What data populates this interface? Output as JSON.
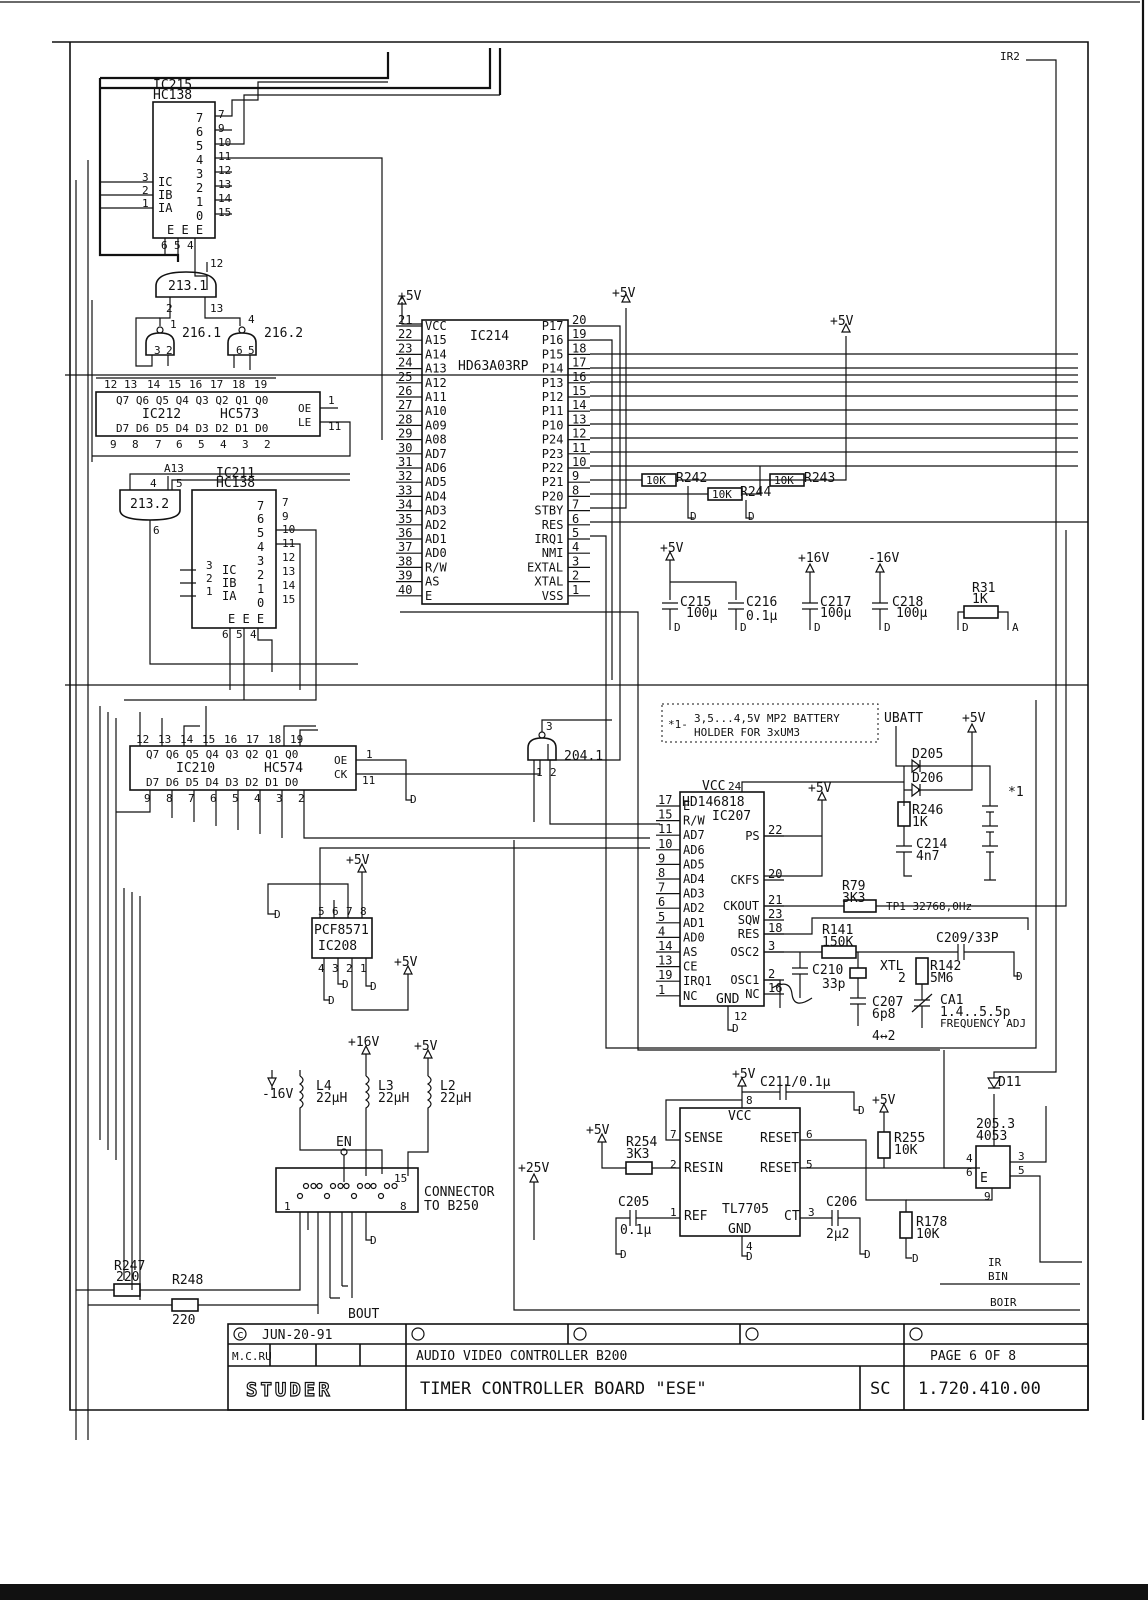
{
  "ic215": {
    "ref": "IC215",
    "part": "HC138",
    "out_pins": [
      "7",
      "9",
      "10",
      "11",
      "12",
      "13",
      "14",
      "15"
    ],
    "out_labels": [
      "7",
      "6",
      "5",
      "4",
      "3",
      "2",
      "1",
      "0"
    ],
    "in_pins": [
      "3",
      "2",
      "1"
    ],
    "in_labels": [
      "IC",
      "IB",
      "IA"
    ],
    "en_label": "E E E",
    "en_pins": [
      "6",
      "5",
      "4"
    ]
  },
  "ic211": {
    "ref": "IC211",
    "part": "HC138",
    "out_pins": [
      "7",
      "9",
      "10",
      "11",
      "12",
      "13",
      "14",
      "15"
    ],
    "out_labels": [
      "7",
      "6",
      "5",
      "4",
      "3",
      "2",
      "1",
      "0"
    ],
    "in_pins": [
      "3",
      "2",
      "1"
    ],
    "in_labels": [
      "IC",
      "IB",
      "IA"
    ],
    "en_label": "E E E",
    "en_pins": [
      "6",
      "5",
      "4"
    ]
  },
  "ic212": {
    "ref": "IC212",
    "part": "HC573",
    "top_pins": [
      "12",
      "13",
      "14",
      "15",
      "16",
      "17",
      "18",
      "19"
    ],
    "q_labels": "Q7 Q6 Q5 Q4 Q3 Q2 Q1 Q0",
    "d_labels": "D7 D6 D5 D4 D3 D2 D1 D0",
    "bottom_pins": [
      "9",
      "8",
      "7",
      "6",
      "5",
      "4",
      "3",
      "2"
    ],
    "oe": "OE",
    "le": "LE",
    "oe_pin": "1",
    "le_pin": "11"
  },
  "ic210": {
    "ref": "IC210",
    "part": "HC574",
    "top_pins": [
      "12",
      "13",
      "14",
      "15",
      "16",
      "17",
      "18",
      "19"
    ],
    "q_labels": "Q7 Q6 Q5 Q4 Q3 Q2 Q1 Q0",
    "d_labels": "D7 D6 D5 D4 D3 D2 D1 D0",
    "bottom_pins": [
      "9",
      "8",
      "7",
      "6",
      "5",
      "4",
      "3",
      "2"
    ],
    "oe": "OE",
    "ck": "CK",
    "oe_pin": "1",
    "ck_pin": "11"
  },
  "ic214": {
    "ref": "IC214",
    "part": "HD63A03RP",
    "left": [
      [
        "21",
        "VCC"
      ],
      [
        "22",
        "A15"
      ],
      [
        "23",
        "A14"
      ],
      [
        "24",
        "A13"
      ],
      [
        "25",
        "A12"
      ],
      [
        "26",
        "A11"
      ],
      [
        "27",
        "A10"
      ],
      [
        "28",
        "A09"
      ],
      [
        "29",
        "A08"
      ],
      [
        "30",
        "AD7"
      ],
      [
        "31",
        "AD6"
      ],
      [
        "32",
        "AD5"
      ],
      [
        "33",
        "AD4"
      ],
      [
        "34",
        "AD3"
      ],
      [
        "35",
        "AD2"
      ],
      [
        "36",
        "AD1"
      ],
      [
        "37",
        "AD0"
      ],
      [
        "38",
        "R/W"
      ],
      [
        "39",
        "AS"
      ],
      [
        "40",
        "E"
      ]
    ],
    "right": [
      [
        "P17",
        "20"
      ],
      [
        "P16",
        "19"
      ],
      [
        "P15",
        "18"
      ],
      [
        "P14",
        "17"
      ],
      [
        "P13",
        "16"
      ],
      [
        "P12",
        "15"
      ],
      [
        "P11",
        "14"
      ],
      [
        "P10",
        "13"
      ],
      [
        "P24",
        "12"
      ],
      [
        "P23",
        "11"
      ],
      [
        "P22",
        "10"
      ],
      [
        "P21",
        "9"
      ],
      [
        "P20",
        "8"
      ],
      [
        "STBY",
        "7"
      ],
      [
        "RES",
        "6"
      ],
      [
        "IRQ1",
        "5"
      ],
      [
        "NMI",
        "4"
      ],
      [
        "EXTAL",
        "3"
      ],
      [
        "XTAL",
        "2"
      ],
      [
        "VSS",
        "1"
      ]
    ]
  },
  "ic207": {
    "ref": "IC207",
    "part": "HD146818",
    "vcc": "VCC",
    "vcc_pin": "24",
    "left": [
      [
        "17",
        "E"
      ],
      [
        "15",
        "R/W"
      ],
      [
        "11",
        "AD7"
      ],
      [
        "10",
        "AD6"
      ],
      [
        "9",
        "AD5"
      ],
      [
        "8",
        "AD4"
      ],
      [
        "7",
        "AD3"
      ],
      [
        "6",
        "AD2"
      ],
      [
        "5",
        "AD1"
      ],
      [
        "4",
        "AD0"
      ],
      [
        "14",
        "AS"
      ],
      [
        "13",
        "CE"
      ],
      [
        "19",
        "IRQ1"
      ],
      [
        "1",
        "NC"
      ]
    ],
    "right": [
      [
        "PS",
        "22"
      ],
      [
        "CKFS",
        "20"
      ],
      [
        "CKOUT",
        "21"
      ],
      [
        "SQW",
        "23"
      ],
      [
        "RES",
        "18"
      ],
      [
        "OSC2",
        "3"
      ],
      [
        "OSC1",
        "2"
      ],
      [
        "NC",
        "16"
      ]
    ],
    "gnd": "GND",
    "gnd_pin": "12"
  },
  "ic208": {
    "ref": "IC208",
    "part": "PCF8571",
    "top_pins": [
      "5",
      "6",
      "7",
      "8"
    ],
    "bottom_pins": [
      "4",
      "3",
      "2",
      "1"
    ]
  },
  "tl7705": {
    "part": "TL7705",
    "vcc": "VCC",
    "vcc_pin": "8",
    "gnd": "GND",
    "gnd_pin": "4",
    "left": [
      [
        "7",
        "SENSE"
      ],
      [
        "2",
        "RESIN"
      ],
      [
        "1",
        "REF"
      ]
    ],
    "right": [
      [
        "RESET",
        "6"
      ],
      [
        "RESET",
        "5"
      ],
      [
        "CT",
        "3"
      ]
    ]
  },
  "ic205": {
    "ref": "205.3",
    "part": "4053",
    "pins": [
      "4",
      "6",
      "3",
      "5",
      "9"
    ],
    "labels": [
      "E"
    ]
  },
  "gates": {
    "g2131": "213.1",
    "g2132": "213.2",
    "g2161": "216.1",
    "g2162": "216.2",
    "g2041": "204.1",
    "g2131_pins": [
      "12",
      "2",
      "13"
    ],
    "g2132_pins": [
      "A13",
      "4",
      "5",
      "6"
    ],
    "g2041_pins": [
      "3",
      "1",
      "2"
    ],
    "g2161_pins": [
      "1",
      "3",
      "2"
    ],
    "g2162_pins": [
      "4",
      "6",
      "5"
    ]
  },
  "power": {
    "p5v": "+5V",
    "p16v": "+16V",
    "m16v": "-16V",
    "p25v": "+25V",
    "vbatt": "UBATT"
  },
  "caps": {
    "c215": "C215",
    "c215v": "100µ",
    "c216": "C216",
    "c216v": "0.1µ",
    "c217": "C217",
    "c217v": "100µ",
    "c218": "C218",
    "c218v": "100µ",
    "c214": "C214",
    "c214v": "4n7",
    "c210": "C210",
    "c210v": "33p",
    "c207": "C207",
    "c207v": "6p8",
    "c209": "C209/33P",
    "c211": "C211/0.1µ",
    "c205": "C205",
    "c205v": "0.1µ",
    "c206": "C206",
    "c206v": "2µ2",
    "ca1": "CA1",
    "ca1v": "1.4..5.5p",
    "ca1n": "FREQUENCY ADJ"
  },
  "resistors": {
    "r242": "R242",
    "r242v": "10K",
    "r243": "R243",
    "r243v": "10K",
    "r244": "R244",
    "r244v": "10K",
    "r31": "R31",
    "r31v": "1K",
    "r246": "R246",
    "r246v": "1K",
    "r79": "R79",
    "r79v": "3K3",
    "r141": "R141",
    "r141v": "150K",
    "r142": "R142",
    "r142v": "5M6",
    "r254": "R254",
    "r254v": "3K3",
    "r255": "R255",
    "r255v": "10K",
    "r178": "R178",
    "r178v": "10K",
    "r247": "R247",
    "r247v": "220",
    "r248": "R248",
    "r248v": "220"
  },
  "inductors": {
    "l4": "L4",
    "l4v": "22µH",
    "l3": "L3",
    "l3v": "22µH",
    "l2": "L2",
    "l2v": "22µH"
  },
  "diodes": {
    "d205": "D205",
    "d206": "D206",
    "d11": "D11"
  },
  "misc": {
    "xtl": "XTL",
    "xtl_n": "2",
    "tp1": "TP1 32768,0Hz",
    "hand": "4↔2",
    "battery_mark": "*1-",
    "battery_line1": "3,5...4,5V MP2 BATTERY",
    "battery_line2": "HOLDER FOR 3xUM3",
    "battery_ref": "*1",
    "ir2": "IR2",
    "ir": "IR",
    "bin": "BIN",
    "boir": "BOIR",
    "bout": "BOUT",
    "en": "EN",
    "conn_pins": [
      "1",
      "8",
      "15"
    ],
    "conn_label1": "CONNECTOR",
    "conn_label2": "TO B250",
    "gnd_mark": "D",
    "a_mark": "A"
  },
  "titleblock": {
    "date": "JUN-20-91",
    "initials": "M.C.RU",
    "project": "AUDIO VIDEO CONTROLLER B200",
    "page": "PAGE 6 OF 8",
    "brand": "STUDER",
    "title": "TIMER CONTROLLER BOARD \"ESE\"",
    "code": "SC",
    "number": "1.720.410.00"
  }
}
